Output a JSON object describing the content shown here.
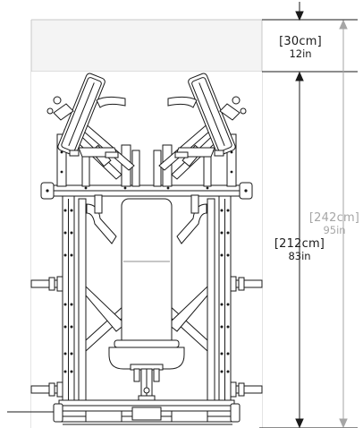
{
  "dimensions": {
    "top_clearance": {
      "metric": "[30cm]",
      "imperial": "12in"
    },
    "machine_height": {
      "metric": "[212cm]",
      "imperial": "83in"
    },
    "total_height": {
      "metric": "[242cm]",
      "imperial": "95in"
    }
  },
  "colors": {
    "line": "#1a1a1a",
    "clearance_fill": "#f1f1f1",
    "grey_text": "#a6a6a6",
    "grey_line": "#9a9a9a"
  }
}
